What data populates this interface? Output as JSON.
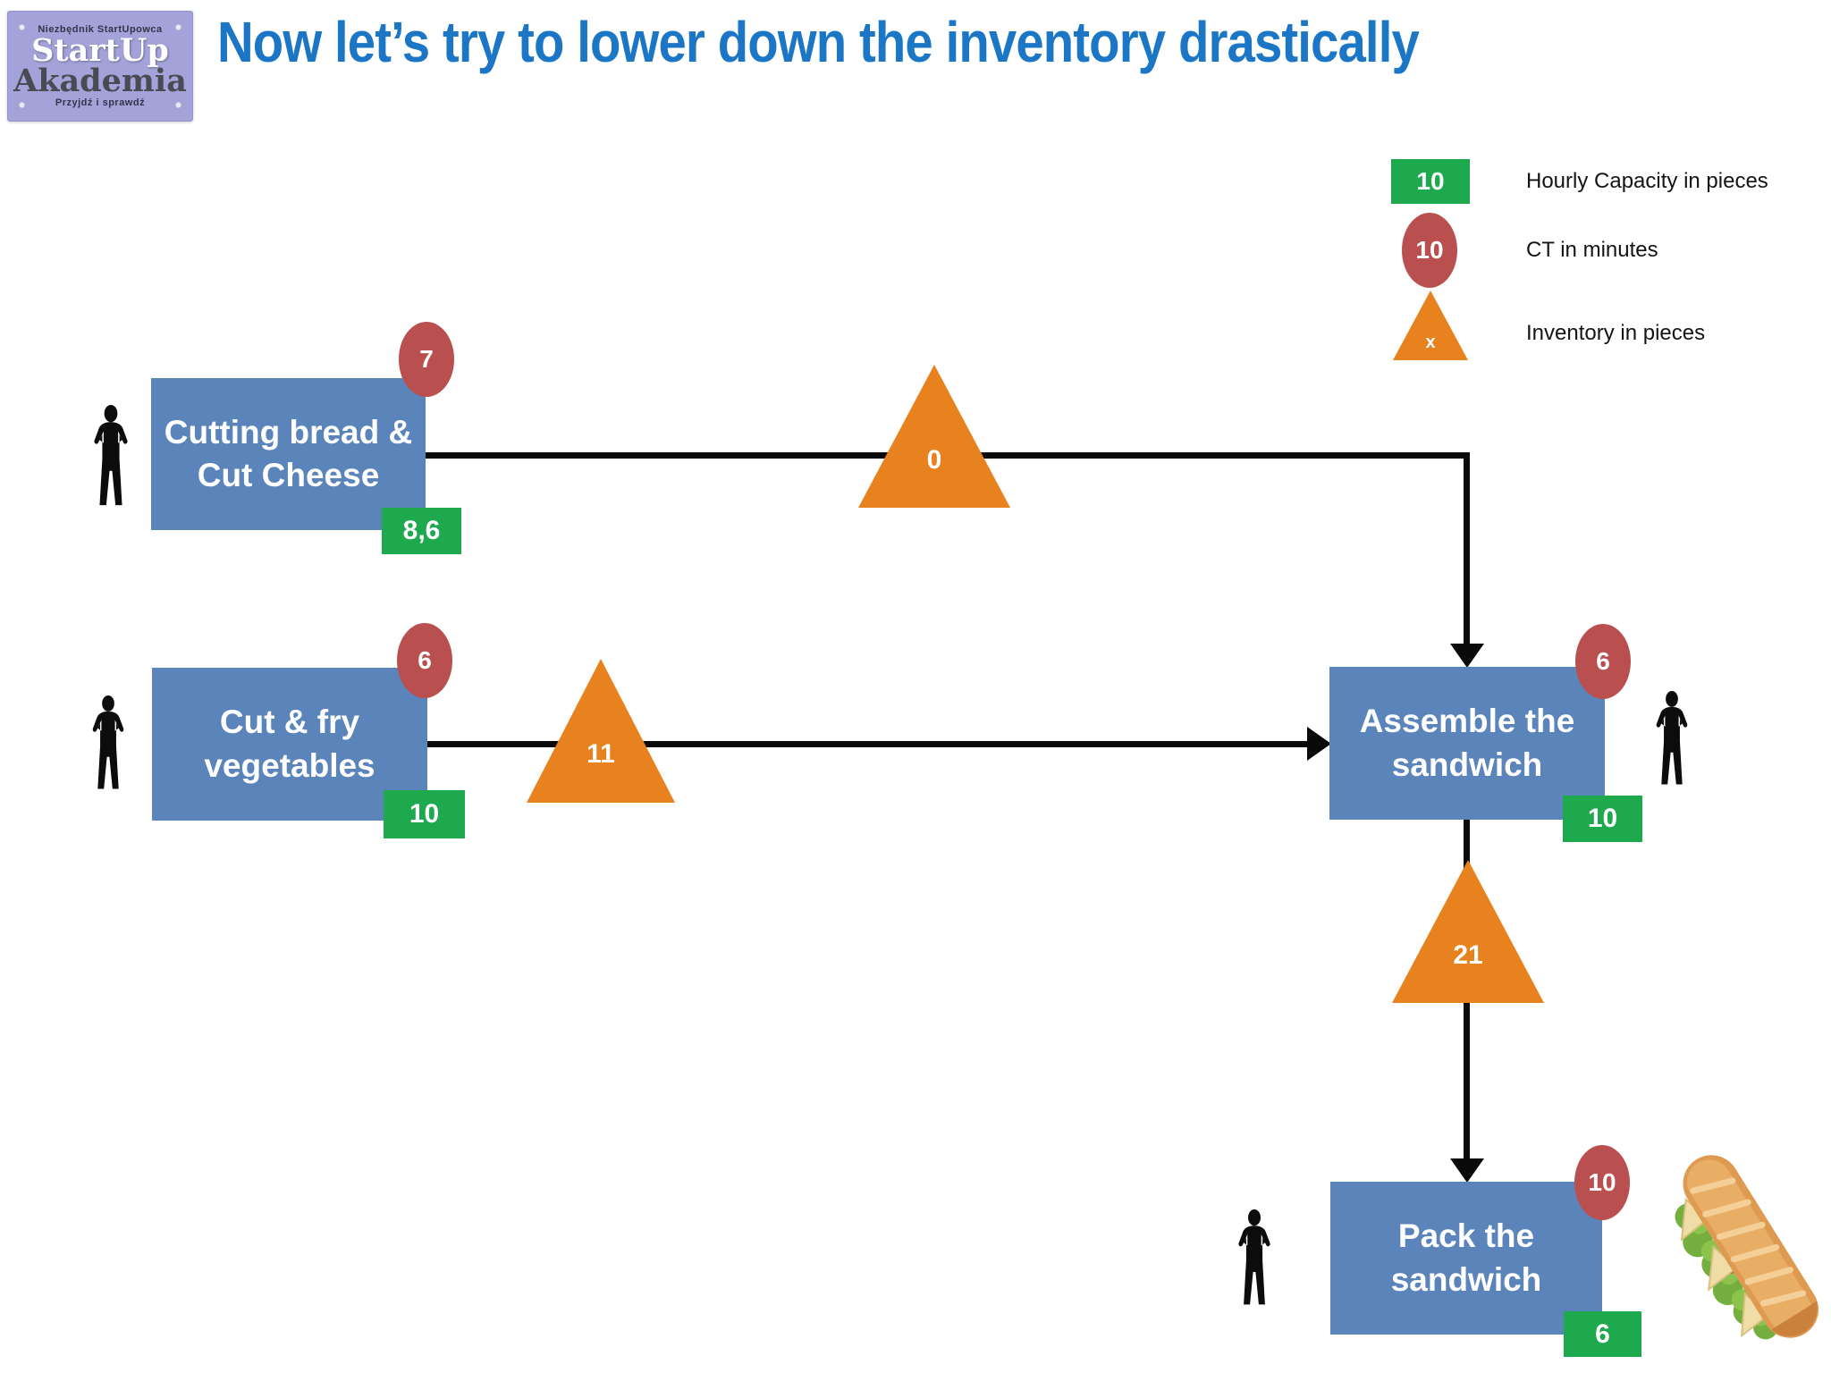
{
  "title": "Now let’s try to lower down the inventory drastically",
  "logo": {
    "top_text": "Niezbędnik StartUpowca",
    "name_line1": "StartUp",
    "name_line2": "Akademia",
    "bottom_text": "Przyjdź i sprawdź"
  },
  "legend": {
    "items": [
      {
        "shape": "green-rectangle",
        "value": "10",
        "label": "Hourly Capacity in pieces"
      },
      {
        "shape": "red-ellipse",
        "value": "10",
        "label": "CT  in minutes"
      },
      {
        "shape": "orange-triangle",
        "value": "x",
        "label": "Inventory in pieces"
      }
    ]
  },
  "processes": [
    {
      "line1": "Cutting bread &",
      "line2": "Cut Cheese",
      "ct": "7",
      "capacity": "8,6"
    },
    {
      "line1": "Cut & fry",
      "line2": "vegetables",
      "ct": "6",
      "capacity": "10"
    },
    {
      "line1": "Assemble the",
      "line2": "sandwich",
      "ct": "6",
      "capacity": "10"
    },
    {
      "line1": "Pack the",
      "line2": "sandwich",
      "ct": "10",
      "capacity": "6"
    }
  ],
  "inventories": [
    {
      "between": "cutting-to-assemble",
      "value": "0"
    },
    {
      "between": "vegetables-to-assemble",
      "value": "11"
    },
    {
      "between": "assemble-to-pack",
      "value": "21"
    }
  ],
  "colors": {
    "title_blue": "#1b76c5",
    "process_blue": "#5b84ba",
    "capacity_green": "#1fa94e",
    "ct_red": "#b9504f",
    "inventory_orange": "#e8821f",
    "arrow_black": "#0a0a0a",
    "logo_lavender": "#a3a3da"
  }
}
